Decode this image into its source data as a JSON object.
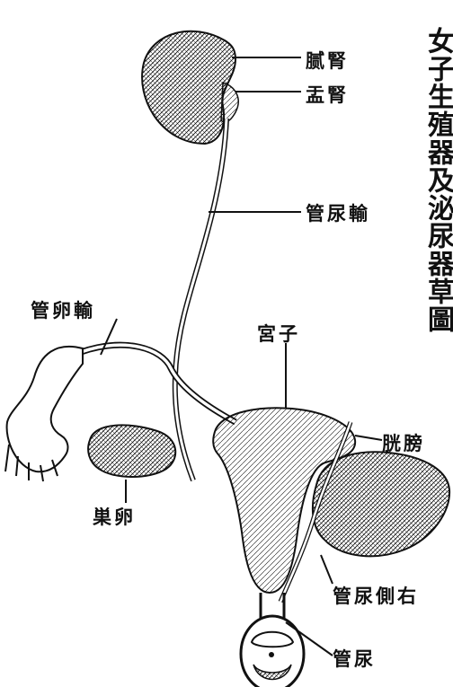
{
  "title": "女子生殖器及泌尿器草圖",
  "labels": {
    "kidney": "腻腎",
    "renal_pelvis": "盂腎",
    "ureter": "管尿輸",
    "oviduct": "管卵輸",
    "uterus": "宮子",
    "bladder": "胱膀",
    "ovary": "巣卵",
    "right_ureter": "管尿側右",
    "urethra": "管尿"
  },
  "colors": {
    "ink": "#111111",
    "paper": "#ffffff"
  }
}
